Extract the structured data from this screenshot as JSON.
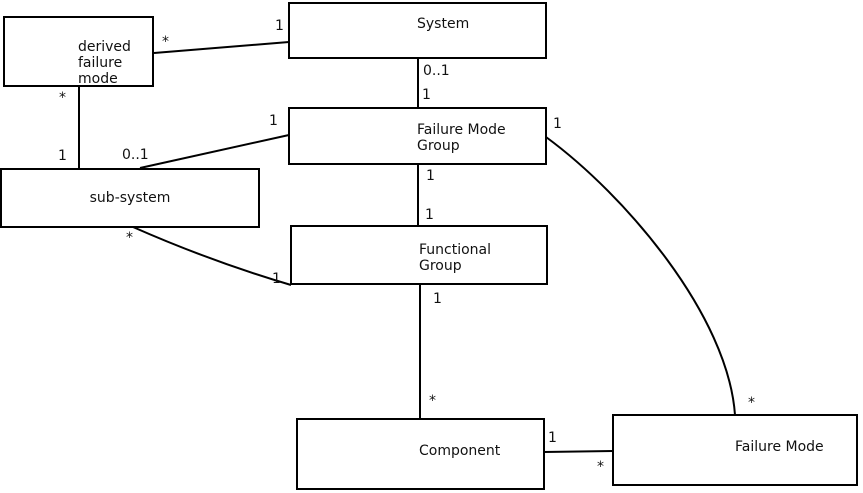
{
  "diagram": {
    "kind": "uml-class-association-diagram",
    "colors": {
      "line": "#000000",
      "background": "#ffffff",
      "text": "#111111"
    },
    "nodes": [
      {
        "id": "derived-failure-mode",
        "label": "derived\nfailure\nmode"
      },
      {
        "id": "system",
        "label": "System"
      },
      {
        "id": "failure-mode-group",
        "label": "Failure Mode\nGroup"
      },
      {
        "id": "sub-system",
        "label": "sub-system"
      },
      {
        "id": "functional-group",
        "label": "Functional\nGroup"
      },
      {
        "id": "component",
        "label": "Component"
      },
      {
        "id": "failure-mode",
        "label": "Failure Mode"
      }
    ],
    "edges": [
      {
        "from": "derived failure mode",
        "to": "System",
        "from_mult": "*",
        "to_mult": "1"
      },
      {
        "from": "derived failure mode",
        "to": "sub-system",
        "from_mult": "*",
        "to_mult": "1"
      },
      {
        "from": "sub-system",
        "to": "Failure Mode Group",
        "from_mult": "0..1",
        "to_mult": "1"
      },
      {
        "from": "System",
        "to": "Failure Mode Group",
        "from_mult": "0..1",
        "to_mult": "1"
      },
      {
        "from": "Failure Mode Group",
        "to": "Functional Group",
        "from_mult": "1",
        "to_mult": "1"
      },
      {
        "from": "sub-system",
        "to": "Functional Group",
        "from_mult": "*",
        "to_mult": "1"
      },
      {
        "from": "Functional Group",
        "to": "Component",
        "from_mult": "1",
        "to_mult": "*"
      },
      {
        "from": "Component",
        "to": "Failure Mode",
        "from_mult": "1",
        "to_mult": "*"
      },
      {
        "from": "Failure Mode Group",
        "to": "Failure Mode",
        "from_mult": "1",
        "to_mult": "*"
      }
    ]
  }
}
